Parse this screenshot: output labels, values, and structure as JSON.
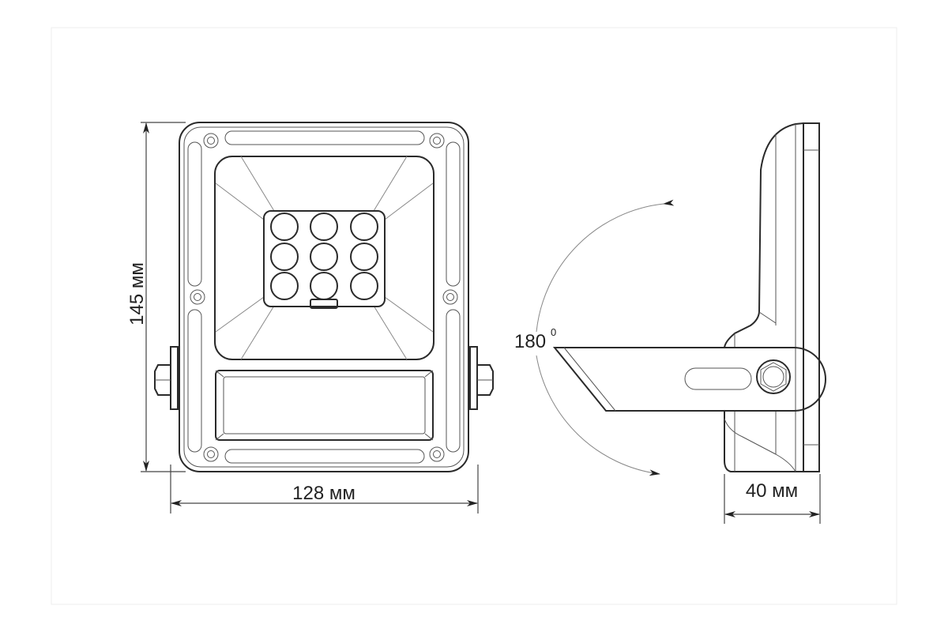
{
  "drawing": {
    "height_label": "145 мм",
    "width_label": "128 мм",
    "depth_label": "40 мм",
    "angle_label": "180",
    "angle_unit": "0"
  },
  "led_count": 9
}
